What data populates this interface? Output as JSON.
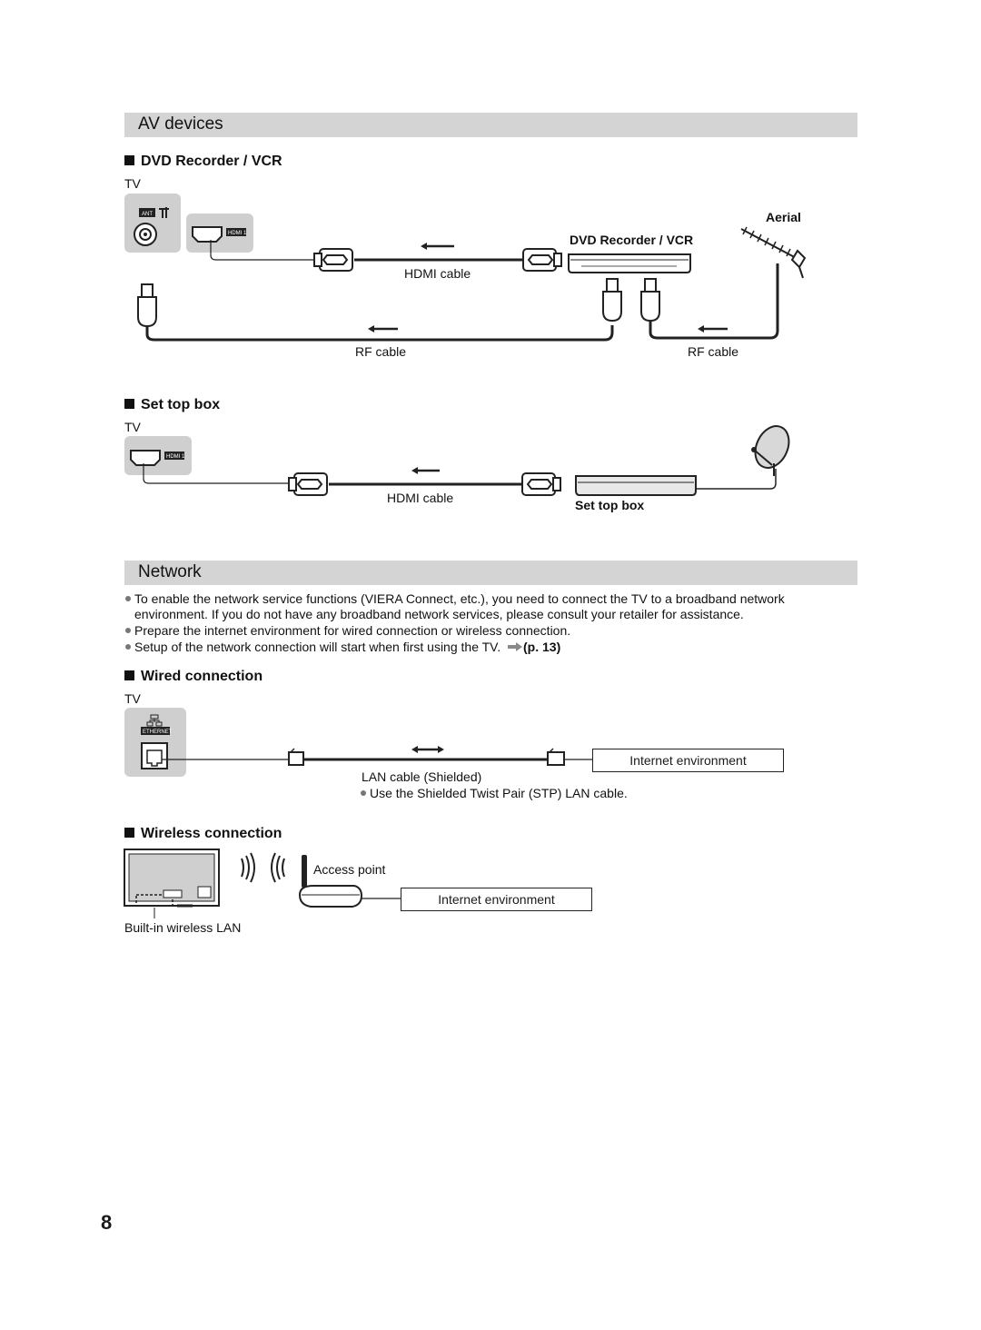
{
  "sections": {
    "av_devices": {
      "title": "AV devices",
      "dvd": {
        "heading": "DVD Recorder / VCR",
        "tv_label": "TV",
        "ant_badge": "ANT",
        "hdmi_badge": "HDMI 1",
        "aerial_label": "Aerial",
        "device_label": "DVD Recorder / VCR",
        "hdmi_cable_label": "HDMI cable",
        "rf_cable_label_1": "RF cable",
        "rf_cable_label_2": "RF cable"
      },
      "stb": {
        "heading": "Set top box",
        "tv_label": "TV",
        "hdmi_badge": "HDMI 1",
        "hdmi_cable_label": "HDMI cable",
        "device_label": "Set top box"
      }
    },
    "network": {
      "title": "Network",
      "bullets": [
        "To enable the network service functions (VIERA Connect, etc.), you need to connect the TV to a broadband network",
        "environment. If you do not have any broadband network services, please consult your retailer for assistance.",
        "Prepare the internet environment for wired connection or wireless connection.",
        "Setup of the network connection will start when first using the TV."
      ],
      "page_ref": "(p. 13)",
      "wired": {
        "heading": "Wired connection",
        "tv_label": "TV",
        "ethernet_badge": "ETHERNET",
        "internet_box": "Internet environment",
        "lan_cable_label": "LAN cable (Shielded)",
        "lan_note": "Use the Shielded Twist Pair (STP) LAN cable."
      },
      "wireless": {
        "heading": "Wireless connection",
        "access_point_label": "Access point",
        "internet_box": "Internet environment",
        "builtin_label": "Built-in wireless LAN"
      }
    }
  },
  "page_number": "8",
  "colors": {
    "band": "#d4d4d4",
    "panel": "#cfcfcf",
    "ink": "#1a1a1a"
  }
}
